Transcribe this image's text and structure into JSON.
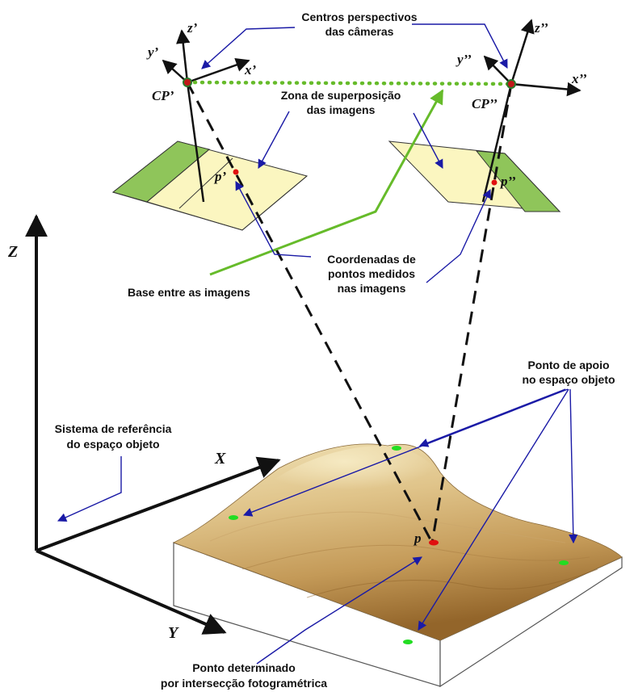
{
  "labels": {
    "camera_centers_line1": "Centros perspectivos",
    "camera_centers_line2": "das câmeras",
    "overlap_line1": "Zona de superposição",
    "overlap_line2": "das imagens",
    "coords_line1": "Coordenadas de",
    "coords_line2": "pontos medidos",
    "coords_line3": "nas imagens",
    "base": "Base entre as imagens",
    "support_line1": "Ponto de apoio",
    "support_line2": "no espaço objeto",
    "refsys_line1": "Sistema de referência",
    "refsys_line2": "do espaço objeto",
    "determined_line1": "Ponto determinado",
    "determined_line2": "por intersecção fotogramétrica"
  },
  "axes": {
    "cam1": {
      "x": "x’",
      "y": "y’",
      "z": "z’",
      "center": "CP’",
      "image_point": "p’"
    },
    "cam2": {
      "x": "x’’",
      "y": "y’’",
      "z": "z’’",
      "center": "CP’’",
      "image_point": "p’’"
    },
    "object": {
      "X": "X",
      "Y": "Y",
      "Z": "Z",
      "ground_point": "p"
    }
  },
  "colors": {
    "axis": "#111111",
    "leader_arrow": "#1a1aa6",
    "base_line": "#66bb2a",
    "camera_center": "#c01818",
    "image_fill": "#fbf6c0",
    "image_shade": "#8fc55a",
    "support_point": "#22dd22",
    "point_red": "#e01010",
    "terrain_light": "#e9d8a8",
    "terrain_dark": "#9a6b2e"
  }
}
